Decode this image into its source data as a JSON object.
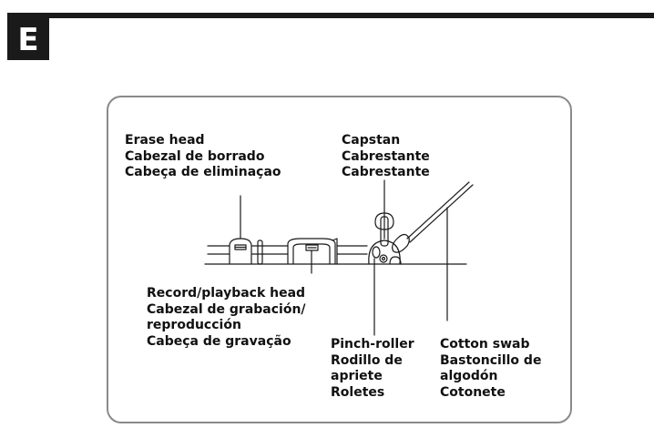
{
  "section": {
    "letter": "E"
  },
  "labels": {
    "erase_head": [
      "Erase head",
      "Cabezal de borrado",
      "Cabeça de eliminaçao"
    ],
    "capstan": [
      "Capstan",
      "Cabrestante",
      "Cabrestante"
    ],
    "record_head": [
      "Record/playback head",
      "Cabezal de grabación/",
      "reproducción",
      "Cabeça de gravação"
    ],
    "pinch_roller": [
      "Pinch-roller",
      "Rodillo de",
      "apriete",
      "Roletes"
    ],
    "cotton_swab": [
      "Cotton swab",
      "Bastoncillo de",
      "algodón",
      "Cotonete"
    ]
  },
  "colors": {
    "badge": "#1a1a1a",
    "frame": "#8a8a8a",
    "line": "#1a1a1a"
  }
}
